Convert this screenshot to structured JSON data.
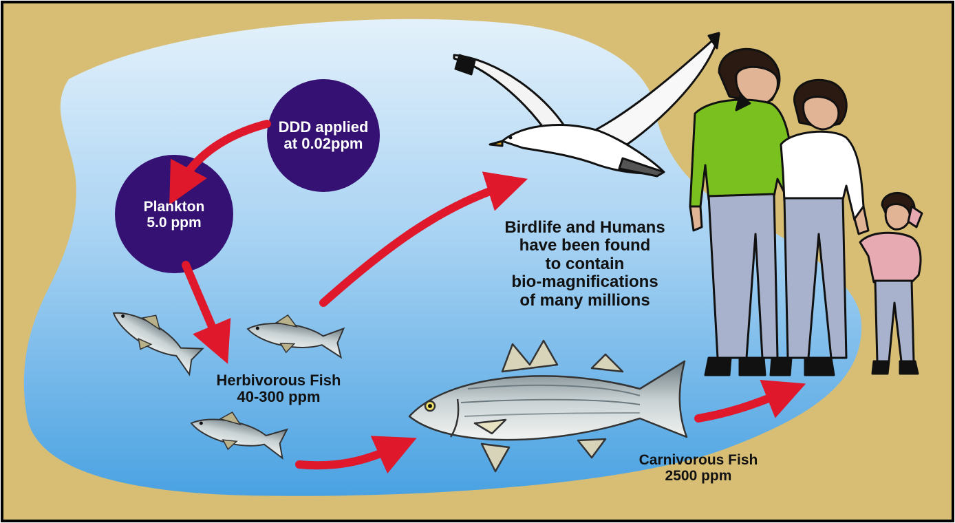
{
  "colors": {
    "sand": "#d8bd75",
    "water_light": "#e3f1fb",
    "water_dark": "#4aa2e2",
    "circle": "#341172",
    "arrow": "#e0182c",
    "text_dark": "#111111",
    "text_light": "#ffffff"
  },
  "nodes": {
    "ddd": {
      "line1": "DDD applied",
      "line2": "at 0.02ppm"
    },
    "plankton": {
      "line1": "Plankton",
      "line2": "5.0 ppm"
    },
    "herbivorous": {
      "line1": "Herbivorous Fish",
      "line2": "40-300 ppm"
    },
    "carnivorous": {
      "line1": "Carnivorous Fish",
      "line2": "2500 ppm"
    }
  },
  "caption": {
    "lines": [
      "Birdlife and Humans",
      "have been found",
      "to contain",
      "bio-magnifications",
      "of many millions"
    ]
  },
  "icons": [
    "seagull-icon",
    "herbivorous-fish-icon",
    "carnivorous-fish-icon",
    "man-icon",
    "woman-icon",
    "child-icon"
  ]
}
